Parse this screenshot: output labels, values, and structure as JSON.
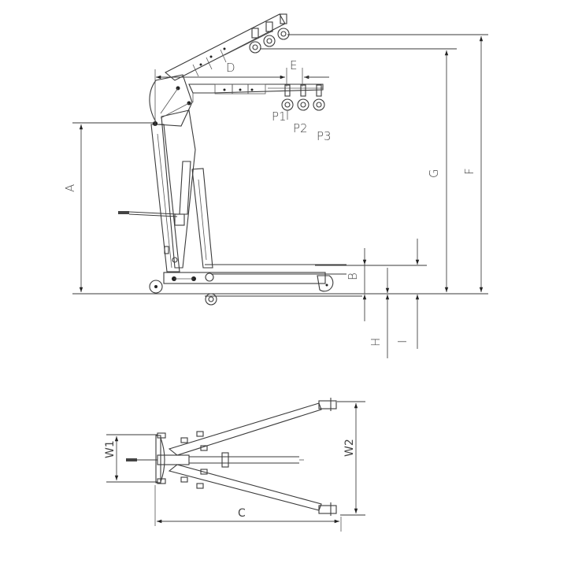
{
  "diagram": {
    "subject": "Folding engine crane dimension drawing",
    "views": [
      "side-view",
      "top-view"
    ],
    "side_view": {
      "dimension_labels": {
        "A": "A",
        "B": "B",
        "D": "D",
        "E": "E",
        "F": "F",
        "G": "G",
        "H": "H",
        "I": "I"
      },
      "hook_positions": [
        "P1",
        "P2",
        "P3"
      ]
    },
    "top_view": {
      "dimension_labels": {
        "W1": "W1",
        "W2": "W2",
        "C": "C"
      }
    },
    "colors": {
      "line": "#3a3a3a",
      "background": "#ffffff"
    }
  }
}
